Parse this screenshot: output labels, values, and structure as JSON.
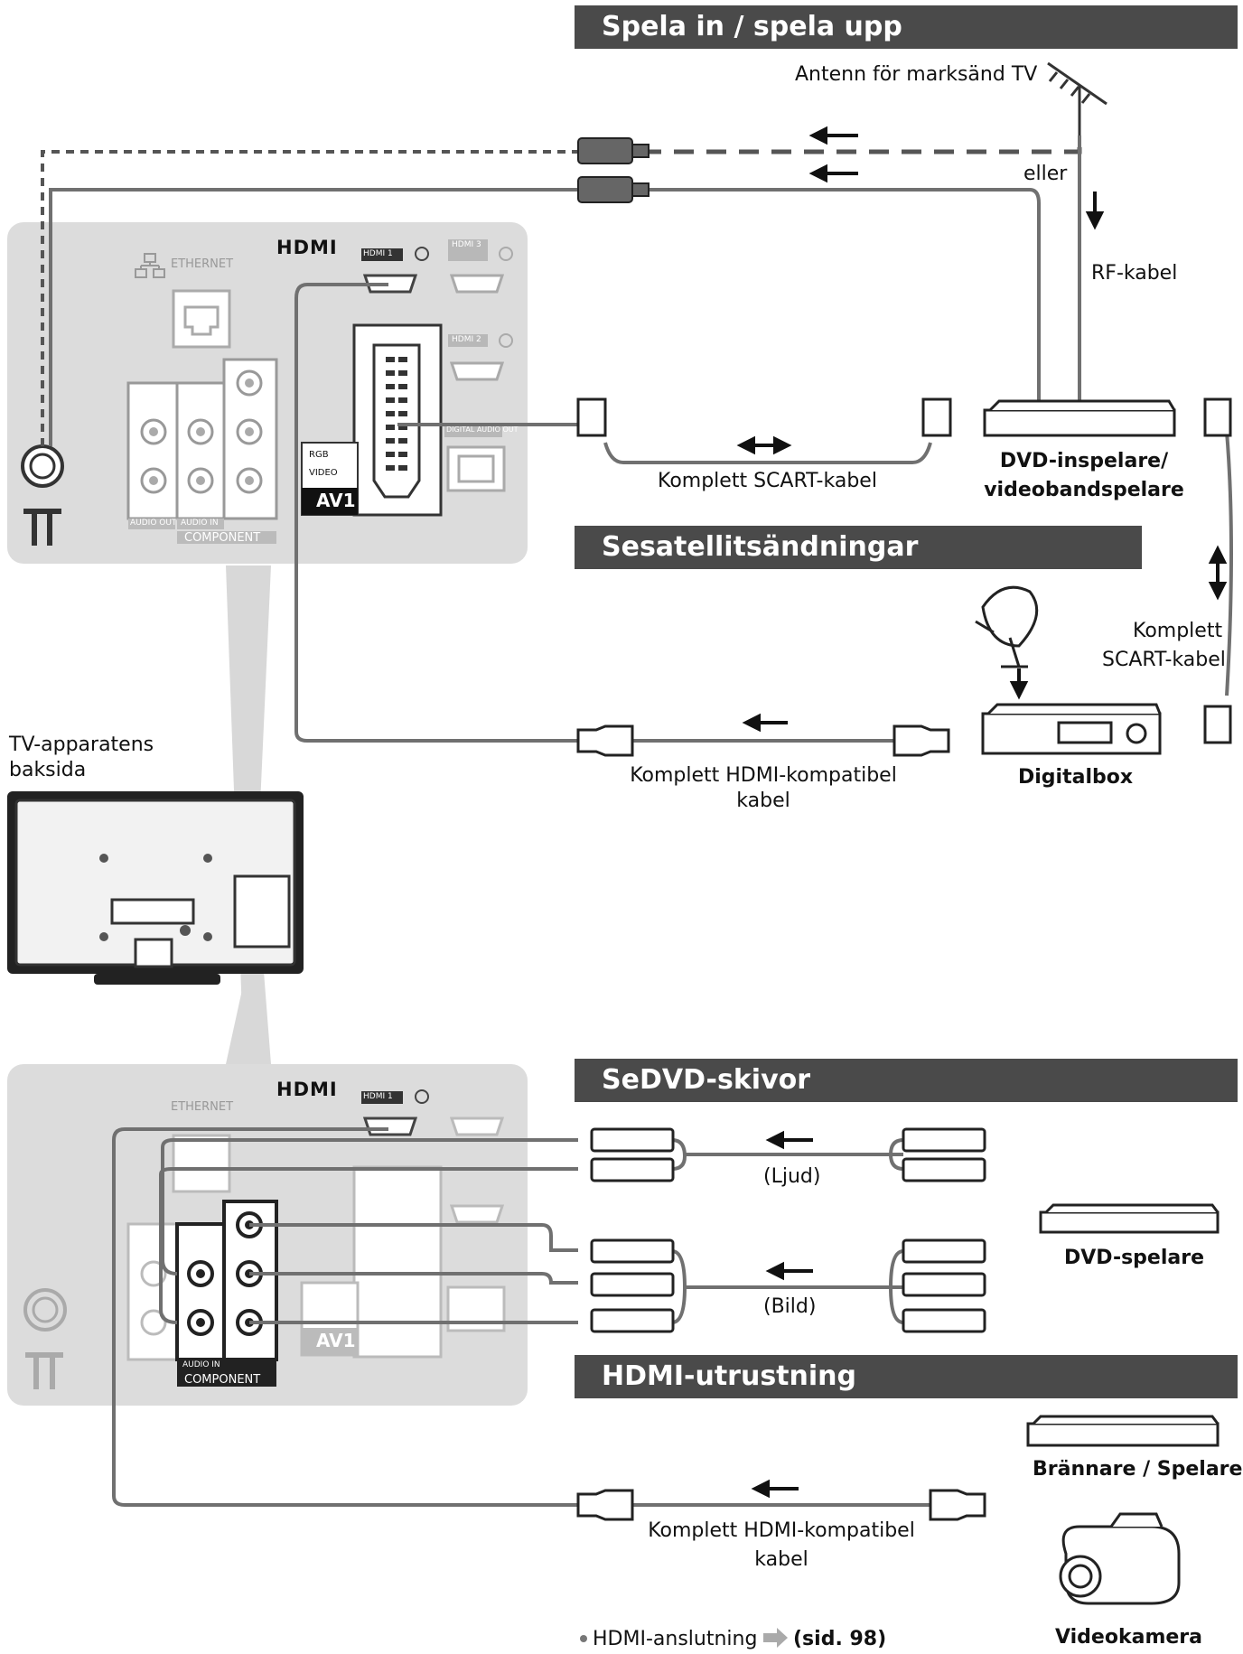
{
  "headers": {
    "record": "Spela in / spela upp",
    "satellite": "Sesatellitsändningar",
    "dvd": "SeDVD-skivor",
    "hdmi": "HDMI-utrustning"
  },
  "labels": {
    "antenna": "Antenn för marksänd TV",
    "or": "eller",
    "rf_cable": "RF-kabel",
    "scart_cable": "Komplett SCART-kabel",
    "scart_cable_right_1": "Komplett",
    "scart_cable_right_2": "SCART-kabel",
    "dvd_recorder_1": "DVD-inspelare/",
    "dvd_recorder_2": "videobandspelare",
    "digitalbox": "Digitalbox",
    "hdmi_cable_1": "Komplett HDMI-kompatibel",
    "hdmi_cable_2": "kabel",
    "tv_back_1": "TV-apparatens",
    "tv_back_2": "baksida",
    "audio": "(Ljud)",
    "video": "(Bild)",
    "dvd_player": "DVD-spelare",
    "burner_player": "Brännare / Spelare",
    "camcorder": "Videokamera",
    "hdmi_link_text": "HDMI-anslutning",
    "hdmi_link_page": "(sid. 98)"
  },
  "panel_labels": {
    "hdmi_logo": "HDMI",
    "ethernet": "ETHERNET",
    "hdmi1": "HDMI 1",
    "hdmi2": "HDMI 2",
    "hdmi3": "HDMI 3",
    "av1": "AV1",
    "rgb": "RGB",
    "video_in": "VIDEO",
    "audio_out": "AUDIO OUT",
    "audio_in": "AUDIO IN",
    "component": "COMPONENT",
    "digital_audio_out": "DIGITAL AUDIO OUT"
  },
  "colors": {
    "header_bg": "#4a4a4a",
    "panel_bg": "#dcdcdc",
    "cable": "#707070"
  }
}
